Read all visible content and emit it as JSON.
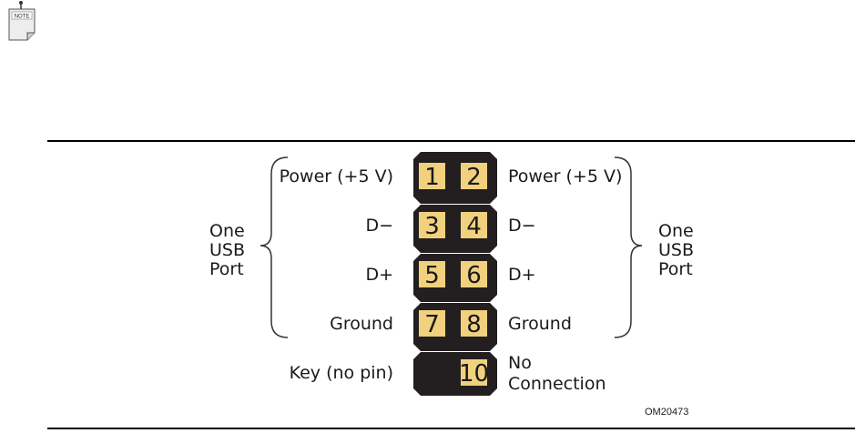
{
  "note_icon": {
    "icon": "note-icon",
    "label": "NOTE"
  },
  "header_pin_colors": {
    "body": "#231f20",
    "pin_square": "#f1d17e"
  },
  "left_group": {
    "line1": "One",
    "line2": "USB",
    "line3": "Port"
  },
  "right_group": {
    "line1": "One",
    "line2": "USB",
    "line3": "Port"
  },
  "rows": [
    {
      "left_label": "Power (+5 V)",
      "left_pin": "1",
      "right_pin": "2",
      "right_label": "Power (+5 V)"
    },
    {
      "left_label": "D−",
      "left_pin": "3",
      "right_pin": "4",
      "right_label": "D−"
    },
    {
      "left_label": "D+",
      "left_pin": "5",
      "right_pin": "6",
      "right_label": "D+"
    },
    {
      "left_label": "Ground",
      "left_pin": "7",
      "right_pin": "8",
      "right_label": "Ground"
    }
  ],
  "key_row": {
    "left_label": "Key (no pin)",
    "right_pin": "10",
    "right_label_line1": "No",
    "right_label_line2": "Connection"
  },
  "figure_code": "OM20473"
}
